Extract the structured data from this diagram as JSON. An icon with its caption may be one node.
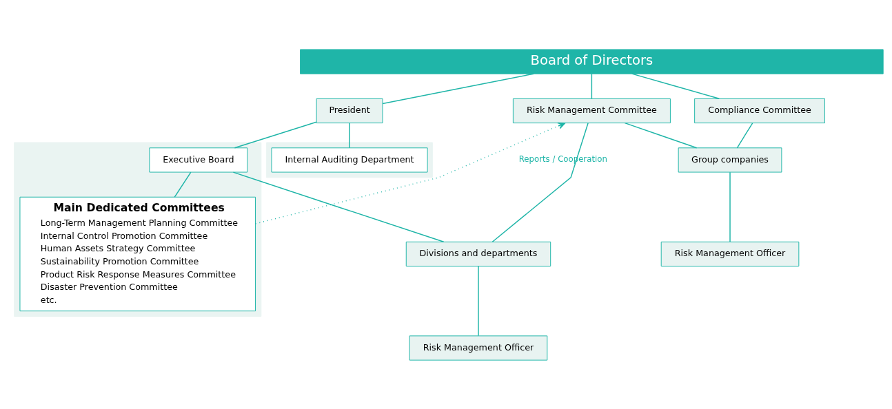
{
  "diagram": {
    "nodes": [
      {
        "text": [
          "Board of Directors"
        ]
      },
      {
        "text": [
          "Risk Management Committee"
        ]
      },
      {
        "text": [
          "Compliance Committee"
        ]
      },
      {
        "text": [
          "President"
        ]
      },
      {
        "text": [],
        "shape": "box"
      },
      {
        "text": [
          "Executive Board"
        ],
        "in": 4
      },
      {
        "text": [
          "Main Dedicated Committees",
          "Long-Term Management Planning Committee",
          "Internal Control Promotion Committee",
          "Human Assets Strategy Committee",
          "Sustainability Promotion Committee",
          "Product Risk Response Measures Committee",
          "Disaster Prevention Committee",
          "etc."
        ],
        "in": 4
      },
      {
        "text": [],
        "shape": "box"
      },
      {
        "text": [
          "Internal Auditing Department"
        ],
        "in": 7
      },
      {
        "text": [
          "Divisions and departments"
        ]
      },
      {
        "text": [
          "Risk Management Officer"
        ]
      },
      {
        "text": [
          "Group companies"
        ]
      },
      {
        "text": [
          "Risk Management Officer"
        ]
      }
    ],
    "edges": [
      {
        "from": 0,
        "to": 1,
        "arrow": "none"
      },
      {
        "from": 0,
        "to": 2,
        "arrow": "none"
      },
      {
        "from": 0,
        "to": 3,
        "arrow": "none"
      },
      {
        "from": 3,
        "to": 5,
        "arrow": "none"
      },
      {
        "from": 5,
        "to": 6,
        "arrow": "none"
      },
      {
        "from": 5,
        "to": 9,
        "arrow": "none"
      },
      {
        "from": 3,
        "to": 8,
        "arrow": "none"
      },
      {
        "from": 1,
        "to": 9,
        "arrow": "none"
      },
      {
        "from": 1,
        "to": 11,
        "arrow": "none"
      },
      {
        "from": 2,
        "to": 11,
        "arrow": "none"
      },
      {
        "from": 9,
        "to": 10,
        "arrow": "none"
      },
      {
        "from": 11,
        "to": 12,
        "arrow": "none"
      },
      {
        "from": 6,
        "to": 1,
        "arrow": "to",
        "label": "Reports / Cooperation",
        "style": "dashed"
      }
    ]
  }
}
